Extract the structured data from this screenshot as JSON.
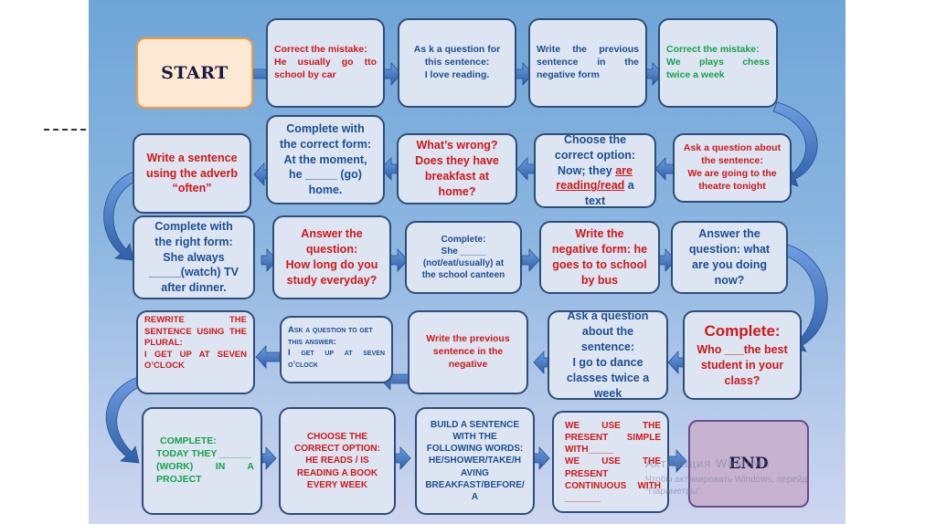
{
  "board": {
    "start_label": "START",
    "end_label": "END",
    "row1": [
      {
        "lines": [
          "Correct the mistake:",
          "He usually go tto",
          "school by car"
        ]
      },
      {
        "lines": [
          "As k a question for",
          "this sentence:",
          "I love reading."
        ]
      },
      {
        "lines": [
          "Write the previous",
          "sentence in the",
          "negative form"
        ]
      },
      {
        "lines": [
          "Correct the mistake:",
          "We plays chess",
          "twice a week"
        ]
      }
    ],
    "row2": [
      {
        "lines": [
          "Write a sentence",
          "using the adverb",
          "“often”"
        ]
      },
      {
        "lines": [
          "Complete with",
          "the correct form:",
          "At the moment,",
          "he _____ (go)",
          "home."
        ]
      },
      {
        "lines": [
          "What’s wrong?",
          "Does they have",
          "breakfast at",
          "home?"
        ]
      },
      {
        "lines": [
          "Choose the",
          "correct option:",
          "Now; they",
          "are",
          "reading/read",
          "a",
          "text"
        ]
      },
      {
        "lines": [
          "Ask a question about",
          "the sentence:",
          "We are going to the",
          "theatre tonight"
        ]
      }
    ],
    "row3": [
      {
        "lines": [
          "Complete with",
          "the right form:",
          "She always",
          "_____(watch) TV",
          "after dinner."
        ]
      },
      {
        "lines": [
          "Answer the",
          "question:",
          "How long do you",
          "study everyday?"
        ]
      },
      {
        "lines": [
          "Complete:",
          "She _____",
          "(not/eat/usually) at",
          "the school canteen"
        ]
      },
      {
        "lines": [
          "Write the",
          "negative form: he",
          "goes to to school",
          "by bus"
        ]
      },
      {
        "lines": [
          "Answer the",
          "question: what",
          "are you doing",
          "now?"
        ]
      }
    ],
    "row4": [
      {
        "lines": [
          "REWRITE THE",
          "SENTENCE USING THE",
          "PLURAL:",
          "I GET UP AT SEVEN",
          "O’CLOCK"
        ]
      },
      {
        "lines": [
          "Ask a question to get",
          "this answer:",
          "I get up at seven",
          "o’clock"
        ]
      },
      {
        "lines": [
          "Write the previous",
          "sentence in the",
          "negative"
        ]
      },
      {
        "lines": [
          "Ask a question",
          "about the",
          "sentence:",
          "I go to dance",
          "classes twice a",
          "week"
        ]
      },
      {
        "lines": [
          "Complete:",
          "Who ___the best",
          "student in your",
          "class?"
        ]
      }
    ],
    "row5": [
      {
        "lines": [
          "COMPLETE:",
          "TODAY THEY ______",
          "(WORK) IN A",
          "PROJECT"
        ]
      },
      {
        "lines": [
          "CHOOSE THE",
          "CORRECT OPTION:",
          "HE READS / IS",
          "READING A BOOK",
          "EVERY WEEK"
        ]
      },
      {
        "lines": [
          "BUILD A SENTENCE",
          "WITH THE",
          "FOLLOWING WORDS:",
          "HE/SHOWER/TAKE/H",
          "AVING",
          "BREAKFAST/BEFORE/",
          "A"
        ]
      },
      {
        "lines": [
          "WE USE THE",
          "PRESENT SIMPLE",
          "WITH_____",
          "WE USE THE",
          "PRESENT",
          "CONTINUOUS WITH",
          "_______"
        ]
      }
    ]
  },
  "watermark": {
    "line1": "Активация Windows",
    "line2": "Чтобы активировать Windows, перейд",
    "line3": "\"Параметры\"."
  },
  "colors": {
    "red": "#d01818",
    "blue": "#1b4f93",
    "green": "#16a34a",
    "arrow": "#3d6fb8"
  }
}
